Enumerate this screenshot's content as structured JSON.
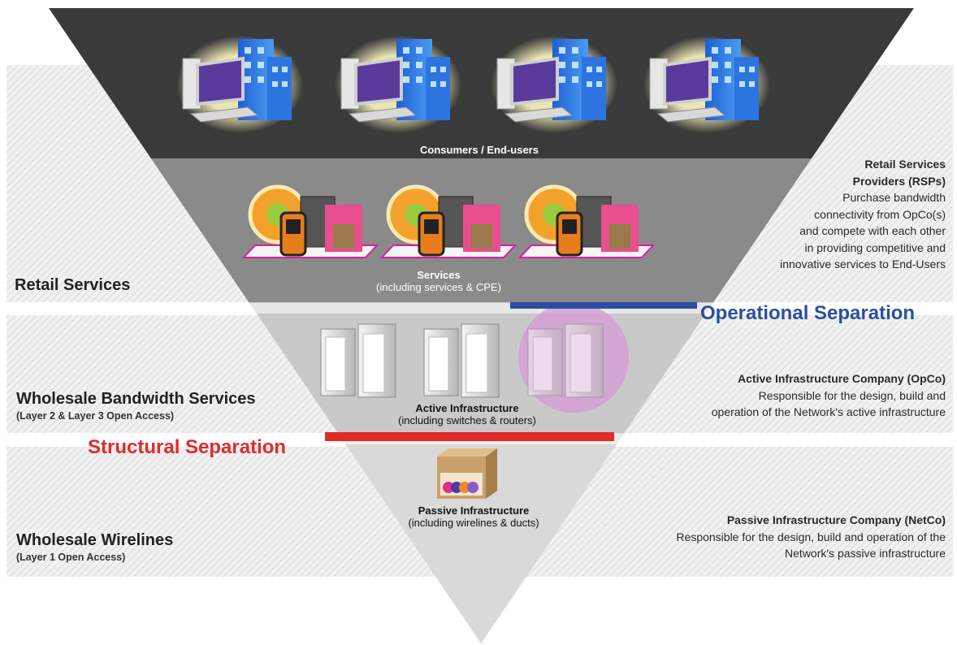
{
  "bands": {
    "retail": {
      "title": "Retail Services",
      "subtitle": ""
    },
    "wholesale_bandwidth": {
      "title": "Wholesale Bandwidth Services",
      "subtitle": "(Layer 2 & Layer 3 Open Access)"
    },
    "wholesale_wirelines": {
      "title": "Wholesale Wirelines",
      "subtitle": "(Layer 1 Open Access)"
    }
  },
  "layers": {
    "consumers": {
      "title": "Consumers / End-users"
    },
    "services": {
      "title": "Services",
      "subtitle": "(including services & CPE)"
    },
    "active": {
      "title": "Active Infrastructure",
      "subtitle": "(including switches & routers)"
    },
    "passive": {
      "title": "Passive Infrastructure",
      "subtitle": "(including wirelines & ducts)"
    }
  },
  "separations": {
    "operational": {
      "label": "Operational Separation",
      "color": "#2a4fa0"
    },
    "structural": {
      "label": "Structural Separation",
      "color": "#e12b2b"
    }
  },
  "providers": {
    "rsp": {
      "title_line1": "Retail Services",
      "title_line2": "Providers (RSPs)",
      "lines": [
        "Purchase bandwidth",
        "connectivity from OpCo(s)",
        "and compete with each other",
        "in providing competitive and",
        "innovative services to End-Users"
      ]
    },
    "opco": {
      "title": "Active Infrastructure Company (OpCo)",
      "lines": [
        "Responsible for the design, build and",
        "operation of the Network's active infrastructure"
      ]
    },
    "netco": {
      "title": "Passive Infrastructure Company (NetCo)",
      "lines": [
        "Responsible for the design, build and operation of the",
        "Network's passive infrastructure"
      ]
    }
  },
  "icons": {
    "consumer_group": "computer-with-buildings-icon",
    "service_group": "shopping-bags-and-phone-icon",
    "server": "server-rack-icon",
    "duct": "cable-duct-icon"
  },
  "colors": {
    "apex_band": "#3a3a3a",
    "services_band": "#8a8a8a",
    "active_band": "#c9c9c9",
    "passive_band": "#d9d9d9",
    "band_stripe": "#e6e6e6",
    "highlight_circle": "#d69ad6"
  }
}
